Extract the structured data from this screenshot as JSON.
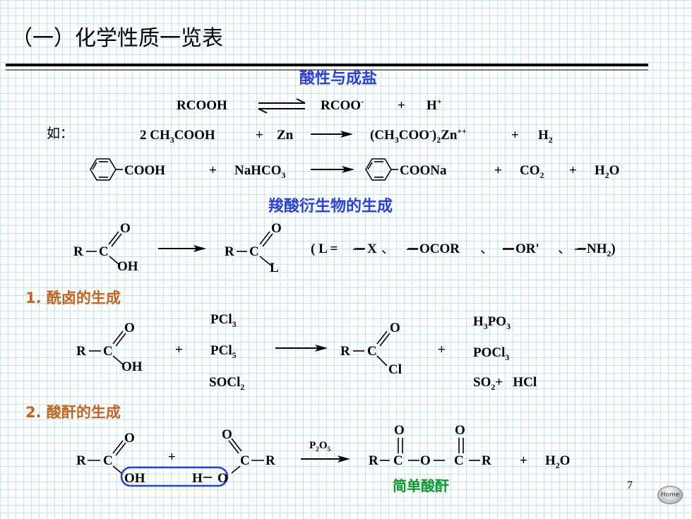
{
  "title": "（一）化学性质一览表",
  "page_number": "7",
  "home_label": "Home",
  "sec_acid": {
    "heading": "酸性与成盐",
    "rxn1": {
      "left": "RCOOH",
      "right": "RCOO",
      "charge": "-",
      "plus": "+",
      "h": "H",
      "hcharge": "+"
    },
    "example_label": "如：",
    "rxn2": {
      "reactant": "2 CH",
      "sub3": "3",
      "rest": "COOH",
      "plus1": "+",
      "zn": "Zn",
      "p_open": "(CH",
      "p_mid": "COO",
      "p_charge": "-",
      "p_close": ")",
      "p_sub2": "2",
      "p_zn": "Zn",
      "p_zncharge": "++",
      "plus2": "+",
      "h2": "H",
      "h2sub": "2"
    },
    "rxn3": {
      "left_group": "COOH",
      "plus1": "+",
      "nahco": "NaHCO",
      "nahco_sub": "3",
      "right_group": "COONa",
      "plus2": "+",
      "co": "CO",
      "co_sub": "2",
      "plus3": "+",
      "h2o_h": "H",
      "h2o_sub": "2",
      "h2o_o": "O"
    }
  },
  "sec_deriv": {
    "heading": "羧酸衍生物的生成",
    "r": "R",
    "c": "C",
    "o": "O",
    "oh": "OH",
    "l": "L",
    "list": {
      "open": "( L =",
      "x": "X",
      "sep1": "、",
      "ocor": "OCOR",
      "sep2": "、",
      "or": "OR'",
      "sep3": "、",
      "nh": "NH",
      "nh_sub": "2",
      "close": ")"
    }
  },
  "sec1": {
    "heading": "1. 酰卤的生成",
    "r": "R",
    "c": "C",
    "o": "O",
    "oh": "OH",
    "cl": "Cl",
    "reagents": [
      {
        "base": "PCl",
        "sub": "3"
      },
      {
        "base": "PCl",
        "sub": "5"
      },
      {
        "base": "SOCl",
        "sub": "2"
      }
    ],
    "plus1": "+",
    "plus2": "+",
    "byproducts": [
      {
        "base": "H",
        "sub": "3",
        "rest": "PO",
        "sub2": "3"
      },
      {
        "base": "POCl",
        "sub": "3",
        "rest": "",
        "sub2": ""
      },
      {
        "base": "SO",
        "sub": "2",
        "rest": "+   HCl",
        "sub2": ""
      }
    ]
  },
  "sec2": {
    "heading": "2. 酸酐的生成",
    "r": "R",
    "c": "C",
    "o": "O",
    "oh": "OH",
    "h": "H",
    "plus1": "+",
    "catalyst": {
      "p": "P",
      "sub2": "2",
      "o": "O",
      "sub5": "5"
    },
    "plus2": "+",
    "h2o_h": "H",
    "h2o_sub": "2",
    "h2o_o": "O",
    "product_label": "简单酸酐"
  }
}
